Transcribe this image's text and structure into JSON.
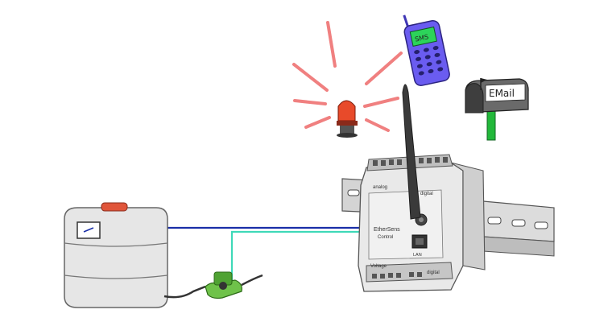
{
  "labels": {
    "phone_screen": "SMS",
    "mailbox": "EMail",
    "device_top_left": "analog",
    "device_top_right": "digital",
    "device_brand": "EtherSens",
    "device_brand_sub": "Control",
    "device_port": "LAN",
    "device_bottom_left": "Voltage",
    "device_bottom_right": "digital"
  },
  "colors": {
    "tank_line": "#1a2fa8",
    "pump_line": "#3fd9b8",
    "phone": "#6a5cf0",
    "alarm_ray": "#f08080",
    "mailbox_post": "#22b83a",
    "pump": "#6fc24a",
    "antenna": "#3a3a3a"
  },
  "icons": [
    "warning-light-icon",
    "mobile-phone-icon",
    "mailbox-icon",
    "water-tank-icon",
    "pump-icon",
    "antenna-icon",
    "din-rail-icon"
  ]
}
